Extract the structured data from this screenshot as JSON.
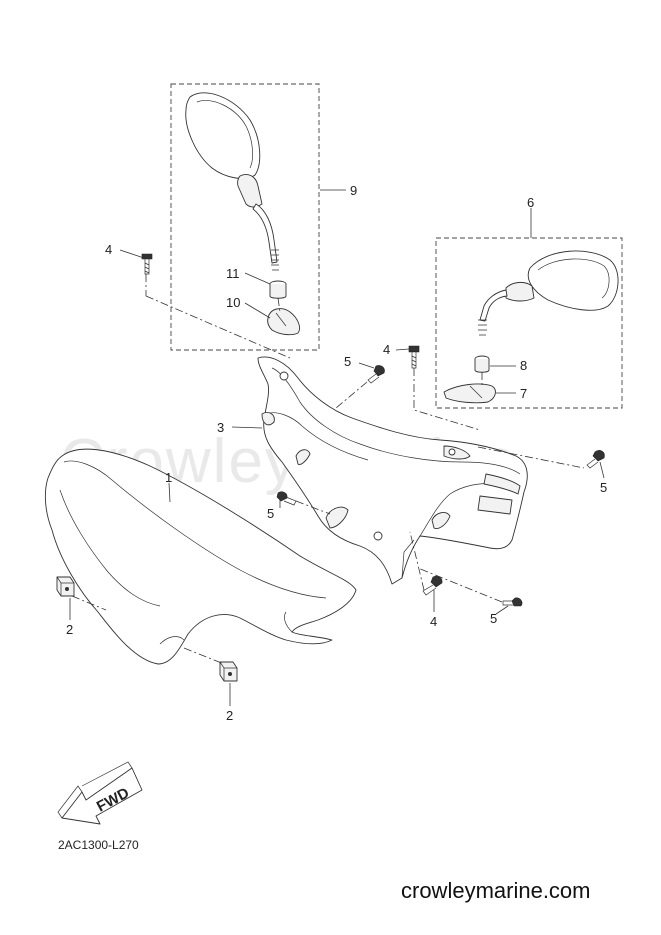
{
  "diagram": {
    "watermark": "Crowley Marine",
    "figure_code": "2AC1300-L270",
    "site_url": "crowleymarine.com",
    "fwd_label": "FWD",
    "callouts": [
      "1",
      "2",
      "2",
      "3",
      "4",
      "4",
      "4",
      "5",
      "5",
      "5",
      "5",
      "6",
      "7",
      "8",
      "9",
      "10",
      "11"
    ]
  }
}
